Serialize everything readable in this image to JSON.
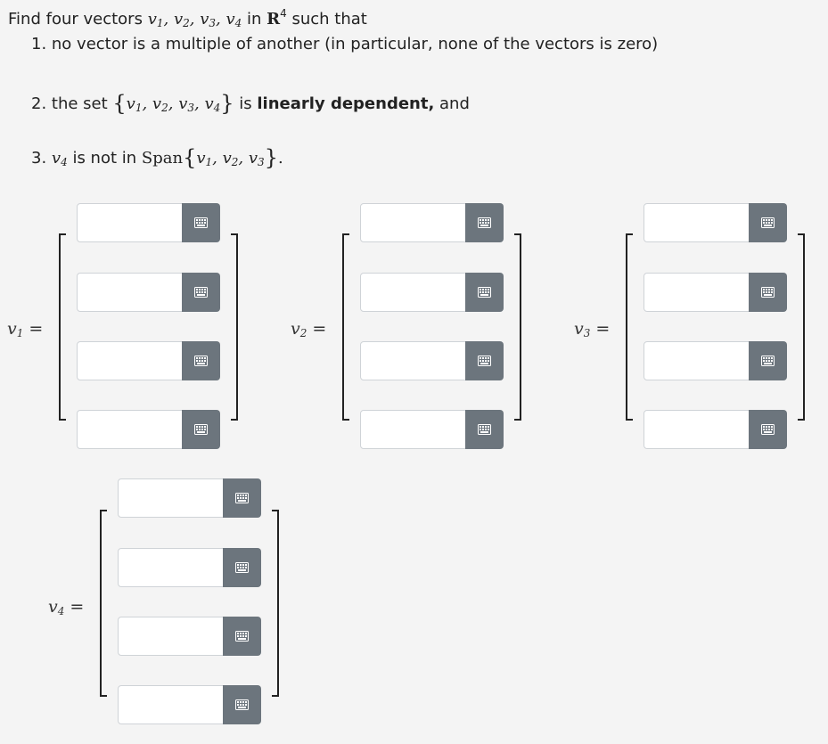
{
  "question": {
    "intro_pre": "Find four vectors ",
    "intro_vectors": "v",
    "intro_mid": " in ",
    "space_symbol": "R",
    "space_power": "4",
    "intro_post": " such that",
    "item1": "1. no vector is a multiple of another (in particular, none of the vectors is zero)",
    "item2_pre": "2. the set ",
    "item2_bold": "linearly dependent,",
    "item2_post": " and",
    "item3_pre": "3. ",
    "item3_mid": " is not in ",
    "span_word": "Span"
  },
  "vectors": [
    {
      "label": "v",
      "sub": "1",
      "entries": [
        "",
        "",
        "",
        ""
      ]
    },
    {
      "label": "v",
      "sub": "2",
      "entries": [
        "",
        "",
        "",
        ""
      ]
    },
    {
      "label": "v",
      "sub": "3",
      "entries": [
        "",
        "",
        "",
        ""
      ]
    },
    {
      "label": "v",
      "sub": "4",
      "entries": [
        "",
        "",
        "",
        ""
      ]
    }
  ],
  "equals_sign": "=",
  "icons": {
    "entry_button": "keyboard-icon"
  },
  "colors": {
    "button_bg": "#6c757d",
    "input_border": "#cfd3d7",
    "page_bg": "#f4f4f4"
  }
}
